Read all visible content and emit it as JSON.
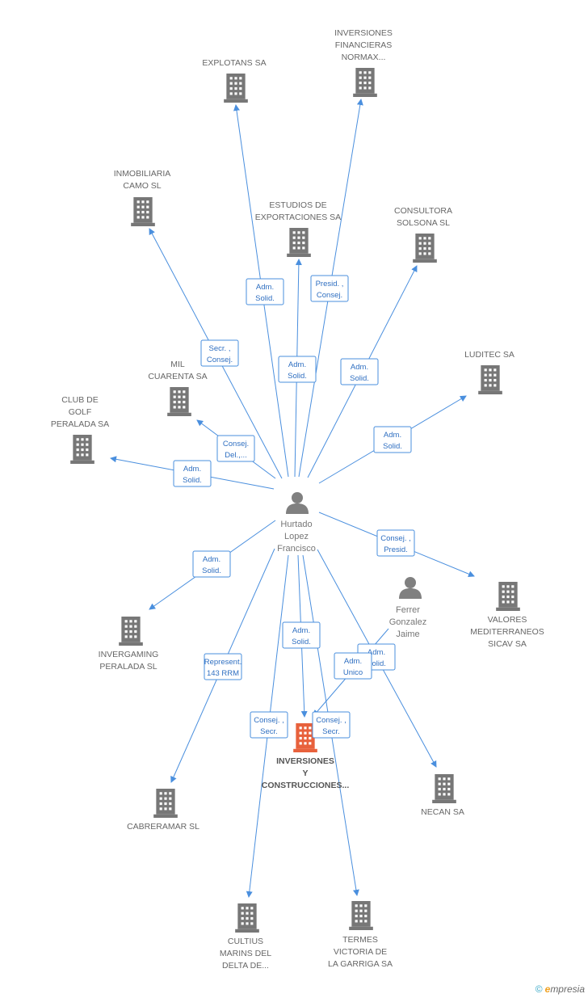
{
  "colors": {
    "edge": "#4a8fde",
    "building": "#777777",
    "focus": "#e8613c",
    "person": "#808080"
  },
  "focus_node": {
    "id": "focus",
    "lines": [
      "INVERSIONES",
      "Y",
      "CONSTRUCCIONES..."
    ],
    "icon": "building-icon"
  },
  "persons": [
    {
      "id": "hurtado",
      "lines": [
        "Hurtado",
        "Lopez",
        "Francisco"
      ],
      "icon": "person-icon"
    },
    {
      "id": "ferrer",
      "lines": [
        "Ferrer",
        "Gonzalez",
        "Jaime"
      ],
      "icon": "person-icon"
    }
  ],
  "companies": [
    {
      "id": "explotans",
      "lines": [
        "EXPLOTANS SA"
      ]
    },
    {
      "id": "inversiones_financieras",
      "lines": [
        "INVERSIONES",
        "FINANCIERAS",
        "NORMAX..."
      ]
    },
    {
      "id": "inmobiliaria_camo",
      "lines": [
        "INMOBILIARIA",
        "CAMO SL"
      ]
    },
    {
      "id": "estudios",
      "lines": [
        "ESTUDIOS DE",
        "EXPORTACIONES SA"
      ]
    },
    {
      "id": "consultora",
      "lines": [
        "CONSULTORA",
        "SOLSONA SL"
      ]
    },
    {
      "id": "luditec",
      "lines": [
        "LUDITEC SA"
      ]
    },
    {
      "id": "mil_cuarenta",
      "lines": [
        "MIL",
        "CUARENTA SA"
      ]
    },
    {
      "id": "club_golf",
      "lines": [
        "CLUB DE",
        "GOLF",
        "PERALADA SA"
      ]
    },
    {
      "id": "valores",
      "lines": [
        "VALORES",
        "MEDITERRANEOS",
        "SICAV SA"
      ]
    },
    {
      "id": "invergaming",
      "lines": [
        "INVERGAMING",
        "PERALADA SL"
      ]
    },
    {
      "id": "cabreramar",
      "lines": [
        "CABRERAMAR SL"
      ]
    },
    {
      "id": "necan",
      "lines": [
        "NECAN SA"
      ]
    },
    {
      "id": "cultius",
      "lines": [
        "CULTIUS",
        "MARINS DEL",
        "DELTA DE..."
      ]
    },
    {
      "id": "termes",
      "lines": [
        "TERMES",
        "VICTORIA DE",
        "LA GARRIGA SA"
      ]
    }
  ],
  "edges": [
    {
      "from": "hurtado",
      "to": "explotans",
      "label": [
        "Adm.",
        "Solid."
      ]
    },
    {
      "from": "hurtado",
      "to": "inversiones_financieras",
      "label": [
        "Presid. ,",
        "Consej."
      ]
    },
    {
      "from": "hurtado",
      "to": "inmobiliaria_camo",
      "label": [
        "Secr. ,",
        "Consej."
      ]
    },
    {
      "from": "hurtado",
      "to": "estudios",
      "label": [
        "Adm.",
        "Solid."
      ]
    },
    {
      "from": "hurtado",
      "to": "consultora",
      "label": [
        "Adm.",
        "Solid."
      ]
    },
    {
      "from": "hurtado",
      "to": "luditec",
      "label": [
        "Adm.",
        "Solid."
      ]
    },
    {
      "from": "hurtado",
      "to": "mil_cuarenta",
      "label": [
        "Consej.",
        "Del.,..."
      ]
    },
    {
      "from": "hurtado",
      "to": "club_golf",
      "label": [
        "Adm.",
        "Solid."
      ]
    },
    {
      "from": "hurtado",
      "to": "valores",
      "label": [
        "Consej. ,",
        "Presid."
      ]
    },
    {
      "from": "hurtado",
      "to": "invergaming",
      "label": [
        "Adm.",
        "Solid."
      ]
    },
    {
      "from": "hurtado",
      "to": "cabreramar",
      "label": [
        "Represent.",
        "143 RRM"
      ]
    },
    {
      "from": "hurtado",
      "to": "focus",
      "label": [
        "Adm.",
        "Solid."
      ]
    },
    {
      "from": "hurtado",
      "to": "necan",
      "label": [
        "Adm.",
        "Solid."
      ]
    },
    {
      "from": "hurtado",
      "to": "cultius",
      "label": [
        "Consej. ,",
        "Secr."
      ]
    },
    {
      "from": "hurtado",
      "to": "termes",
      "label": [
        "Consej. ,",
        "Secr."
      ]
    },
    {
      "from": "ferrer",
      "to": "focus",
      "label": [
        "Adm.",
        "Unico"
      ]
    }
  ],
  "footer": {
    "copyright": "©",
    "brand_initial": "e",
    "brand_rest": "mpresia"
  }
}
